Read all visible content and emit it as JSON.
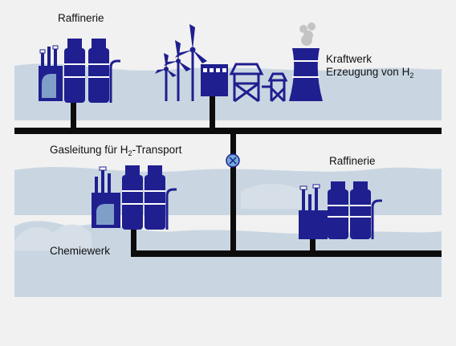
{
  "labels": {
    "refinery_top": "Raffinerie",
    "power_plant_line1": "Kraftwerk",
    "power_plant_line2_prefix": "Erzeugung von H",
    "power_plant_line2_sub": "2",
    "gas_line_prefix": "Gasleitung für H",
    "gas_line_sub": "2",
    "gas_line_suffix": "-Transport",
    "refinery_right": "Raffinerie",
    "chemical_plant": "Chemiewerk"
  },
  "colors": {
    "page_bg": "#f1f1f1",
    "landscape": "#c9d6e2",
    "hills": "#dbe3eb",
    "building": "#1f1f8f",
    "building_dark": "#17177a",
    "storage_tank": "#7f9fc8",
    "pipeline": "#0c0c0c",
    "valve": "#6fa9d6"
  },
  "icons": {
    "valve": "h2-valve-icon",
    "wind_turbine": "wind-turbine-icon",
    "cooling_tower": "cooling-tower-icon"
  }
}
